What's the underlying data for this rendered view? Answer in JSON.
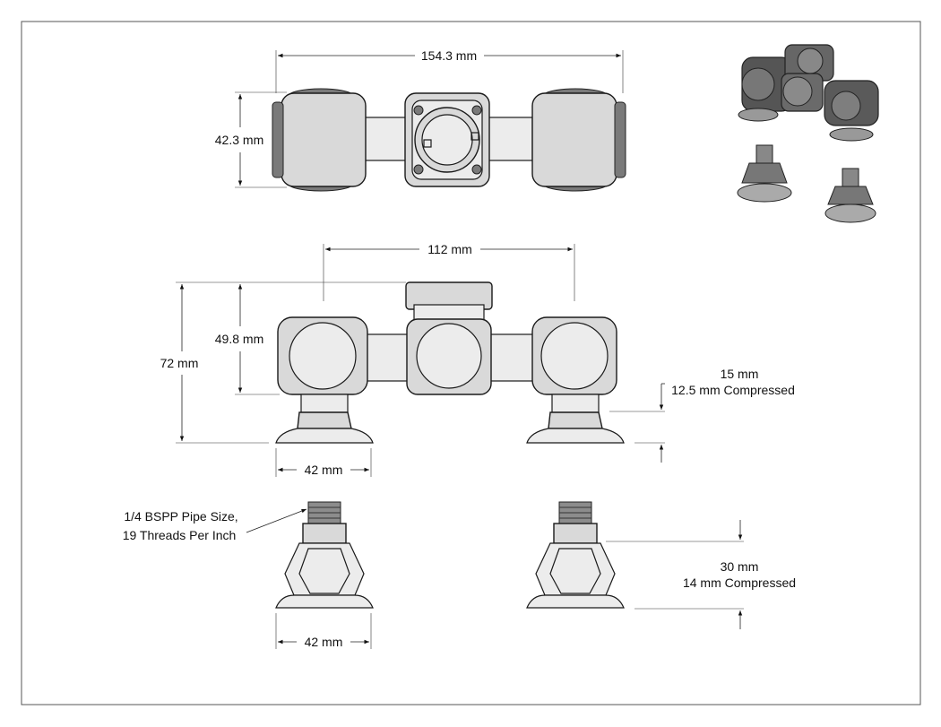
{
  "drawing": {
    "top_view": {
      "width_label": "154.3 mm",
      "height_label": "42.3 mm"
    },
    "front_view": {
      "spacing_label": "112 mm",
      "body_height_label": "49.8 mm",
      "total_height_label": "72 mm",
      "cup_width_label": "42 mm",
      "stroke_label": "15 mm",
      "stroke_compressed_label": "12.5 mm Compressed"
    },
    "cup_detail": {
      "thread_label_line1": "1/4 BSPP Pipe Size,",
      "thread_label_line2": "19 Threads Per Inch",
      "cup_width_label": "42 mm",
      "height_label": "30 mm",
      "height_compressed_label": "14 mm Compressed"
    }
  }
}
